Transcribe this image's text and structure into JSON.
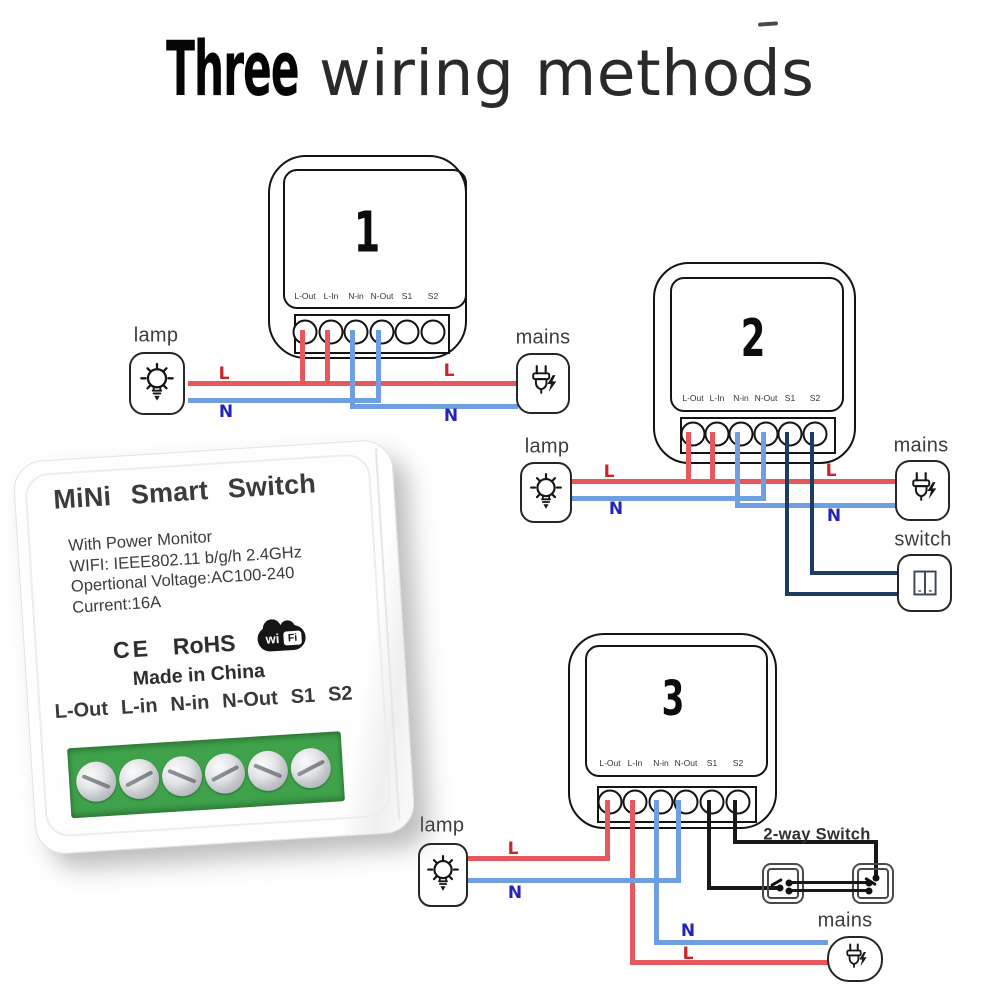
{
  "title": {
    "bold": "Three",
    "regular": "wiring methods"
  },
  "wire_labels": {
    "live": "L",
    "neutral": "N"
  },
  "device_terminals": [
    "L-Out",
    "L-In",
    "N-in",
    "N-Out",
    "S1",
    "S2"
  ],
  "diagrams": {
    "d1": {
      "number": "1",
      "lamp_label": "lamp",
      "mains_label": "mains"
    },
    "d2": {
      "number": "2",
      "lamp_label": "lamp",
      "mains_label": "mains",
      "switch_label": "switch"
    },
    "d3": {
      "number": "3",
      "lamp_label": "lamp",
      "mains_label": "mains",
      "switch_label": "2-way Switch"
    }
  },
  "product": {
    "title": "MiNi Smart Switch",
    "features": [
      "With Power Monitor",
      "WIFI: IEEE802.11 b/g/h 2.4GHz",
      "Opertional Voltage:AC100-240",
      "Current:16A"
    ],
    "ce_mark": "CE",
    "rohs": "RoHS",
    "wifi_wi": "wi",
    "wifi_fi": "Fi",
    "made_in": "Made in China",
    "terminals": [
      "L-Out",
      "L-in",
      "N-in",
      "N-Out",
      "S1",
      "S2"
    ]
  },
  "colors": {
    "live_wire": "#e4585e",
    "neutral_wire": "#6f9fe0",
    "switch_wire_navy": "#1d3c5f",
    "switch_wire_black": "#181818",
    "live_label": "#c9252b",
    "neutral_label": "#2424b8",
    "terminal_block_green": "#3fa24b"
  }
}
